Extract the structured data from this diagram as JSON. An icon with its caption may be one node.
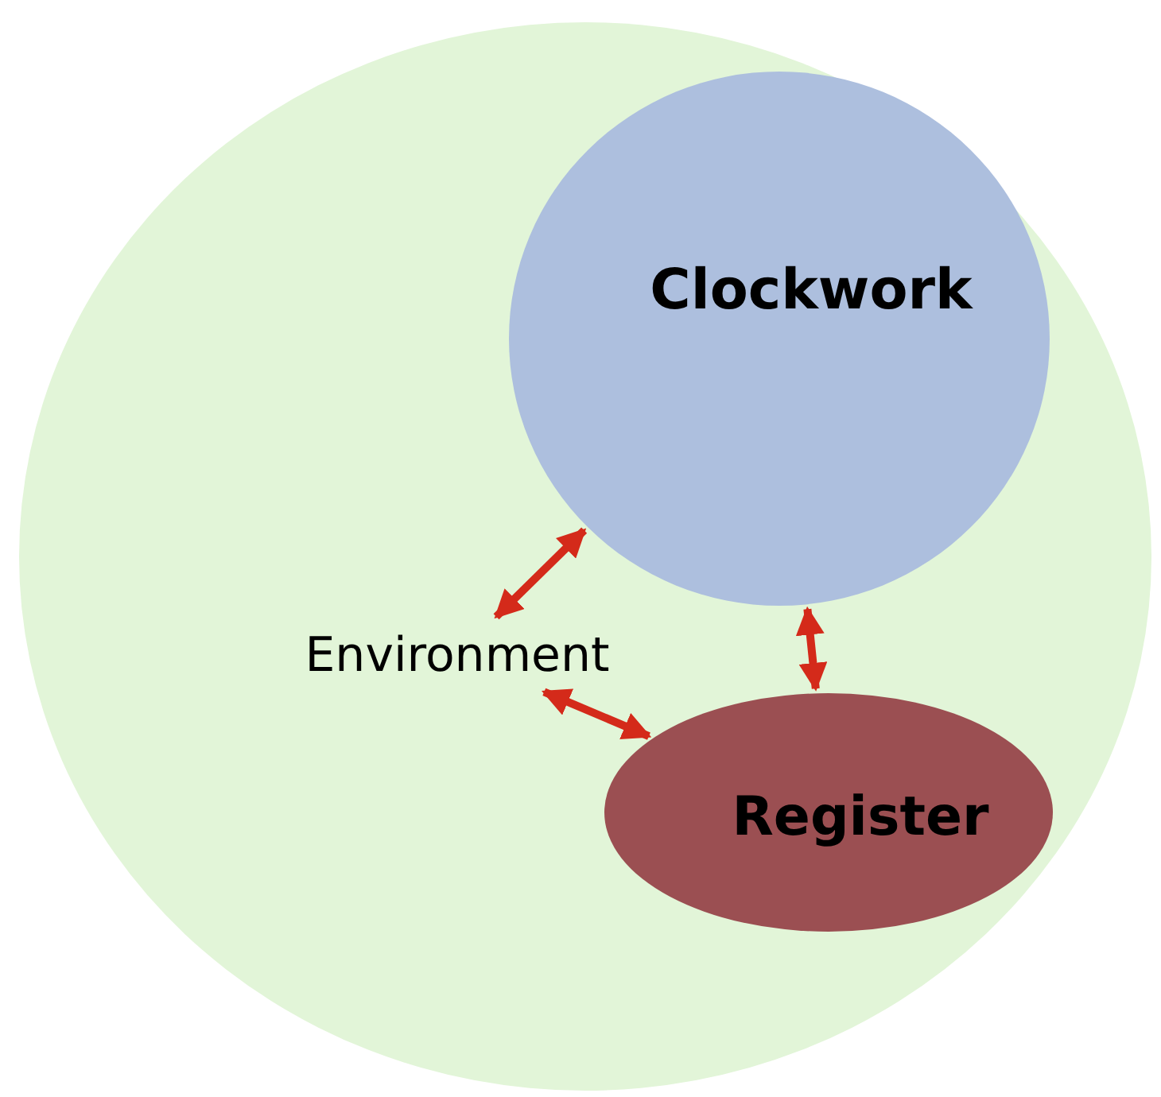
{
  "diagram": {
    "nodes": [
      {
        "text": [],
        "shape": "circle"
      },
      {
        "text": [
          "Clockwork"
        ],
        "in": 0
      },
      {
        "text": [
          "Environment"
        ],
        "in": 0
      },
      {
        "text": [
          "Register"
        ],
        "in": 0
      }
    ],
    "edges": [
      {
        "from": 2,
        "to": 1,
        "arrow": "both"
      },
      {
        "from": 1,
        "to": 3,
        "arrow": "both"
      },
      {
        "from": 2,
        "to": 3,
        "arrow": "both"
      }
    ]
  }
}
